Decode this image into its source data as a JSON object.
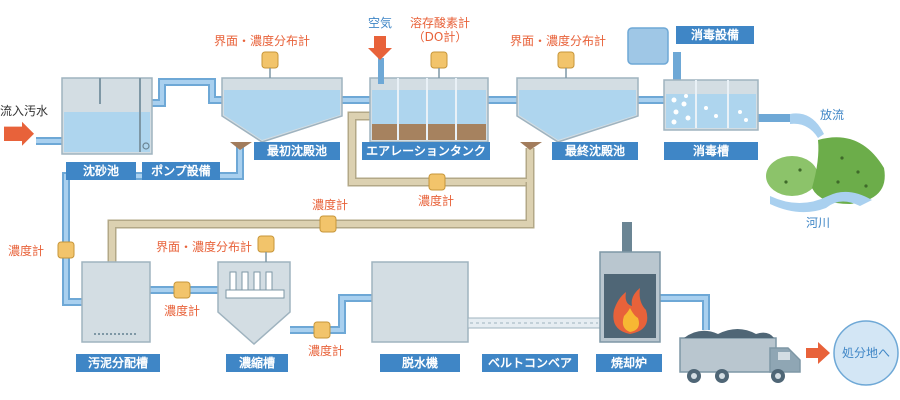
{
  "labels": {
    "inflow": "流入汚水",
    "grit_chamber": "沈砂池",
    "pump_facility": "ポンプ設備",
    "primary_clarifier": "最初沈殿池",
    "aeration_tank": "エアレーションタンク",
    "final_clarifier": "最終沈殿池",
    "disinfection_tank": "消毒槽",
    "disinfection_equipment": "消毒設備",
    "discharge": "放流",
    "river": "河川",
    "air": "空気",
    "do_meter_line1": "溶存酸素計",
    "do_meter_line2": "（DO計）",
    "interface_meter_1": "界面・濃度分布計",
    "interface_meter_2": "界面・濃度分布計",
    "interface_meter_3": "界面・濃度分布計",
    "concentration_return": "濃度計",
    "concentration_upper": "濃度計",
    "concentration_left": "濃度計",
    "concentration_mid": "濃度計",
    "concentration_right": "濃度計",
    "sludge_tank": "汚泥分配槽",
    "thickener": "濃縮槽",
    "dewatering": "脱水機",
    "belt_conveyor": "ベルトコンベア",
    "incinerator": "焼却炉",
    "to_disposal": "処分地へ"
  },
  "colors": {
    "tag_blue": "#3f86c6",
    "label_orange": "#e8623a",
    "pipe_blue": "#7fb7e3",
    "pipe_sludge": "#cfc2a0",
    "tank_gray": "#d3dde3",
    "water": "#aed5ee",
    "sensor": "#f2c46b",
    "land_green": "#6cad4a"
  },
  "icons": [
    "flow-arrow-icon",
    "air-arrow-icon",
    "flame-icon",
    "truck-icon",
    "sensor-icon"
  ]
}
